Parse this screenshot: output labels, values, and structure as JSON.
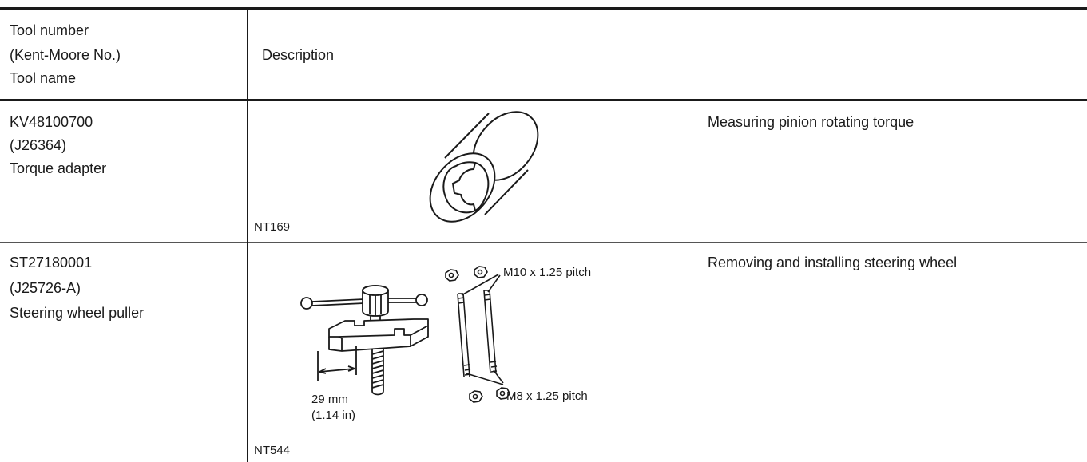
{
  "header": {
    "tool_label_lines": [
      "Tool number",
      "(Kent-Moore No.)",
      "Tool name"
    ],
    "description_label": "Description"
  },
  "rows": [
    {
      "tool_number": "KV48100700",
      "kent_moore": "(J26364)",
      "tool_name": "Torque adapter",
      "description": "Measuring pinion rotating torque",
      "figure_code": "NT169"
    },
    {
      "tool_number": "ST27180001",
      "kent_moore": "(J25726-A)",
      "tool_name": "Steering wheel puller",
      "description": "Removing and installing steering wheel",
      "figure_code": "NT544",
      "callouts": {
        "upper": "M10 x 1.25 pitch",
        "lower": "M8 x 1.25 pitch",
        "dim_mm": "29 mm",
        "dim_in": "(1.14 in)"
      }
    }
  ]
}
